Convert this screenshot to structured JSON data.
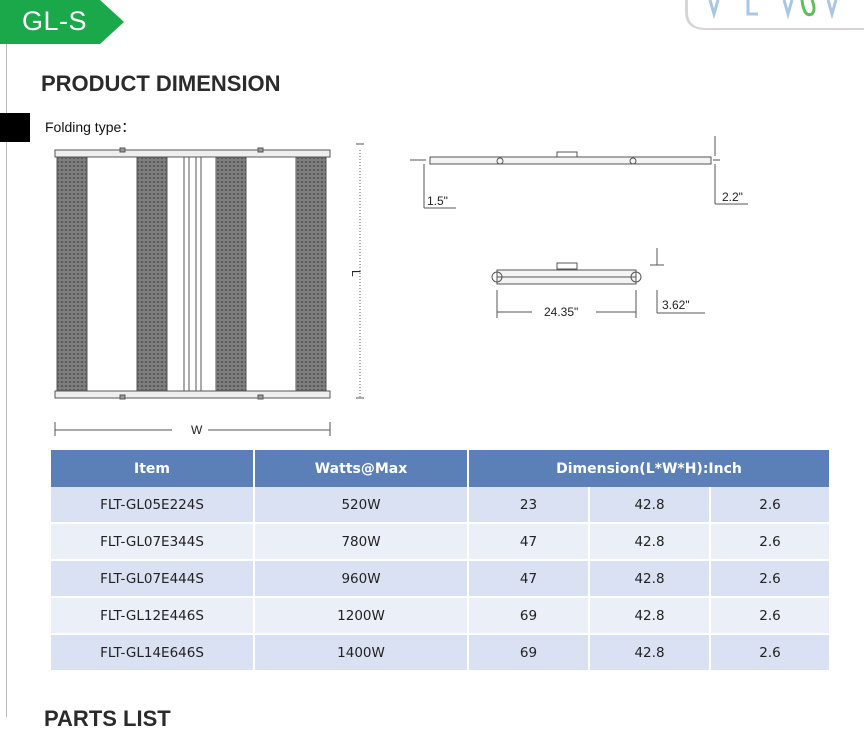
{
  "header": {
    "tag_label": "GL-S",
    "tag_color": "#1aa84a"
  },
  "section": {
    "title": "PRODUCT DIMENSION",
    "folding_label": "Folding type："
  },
  "drawing": {
    "w_label": "W",
    "l_label": "L",
    "side_dims": {
      "height_left": "1.5\"",
      "height_right": "2.2\""
    },
    "folded_dims": {
      "length": "24.35\"",
      "height": "3.62\""
    }
  },
  "table": {
    "header_color": "#5b80b8",
    "columns": [
      "Item",
      "Watts@Max",
      "Dimension(L*W*H):Inch"
    ],
    "rows": [
      {
        "item": "FLT-GL05E224S",
        "watts": "520W",
        "l": "23",
        "w": "42.8",
        "h": "2.6"
      },
      {
        "item": "FLT-GL07E344S",
        "watts": "780W",
        "l": "47",
        "w": "42.8",
        "h": "2.6"
      },
      {
        "item": "FLT-GL07E444S",
        "watts": "960W",
        "l": "47",
        "w": "42.8",
        "h": "2.6"
      },
      {
        "item": "FLT-GL12E446S",
        "watts": "1200W",
        "l": "69",
        "w": "42.8",
        "h": "2.6"
      },
      {
        "item": "FLT-GL14E646S",
        "watts": "1400W",
        "l": "69",
        "w": "42.8",
        "h": "2.6"
      }
    ]
  },
  "next_section": {
    "title": "PARTS LIST"
  }
}
